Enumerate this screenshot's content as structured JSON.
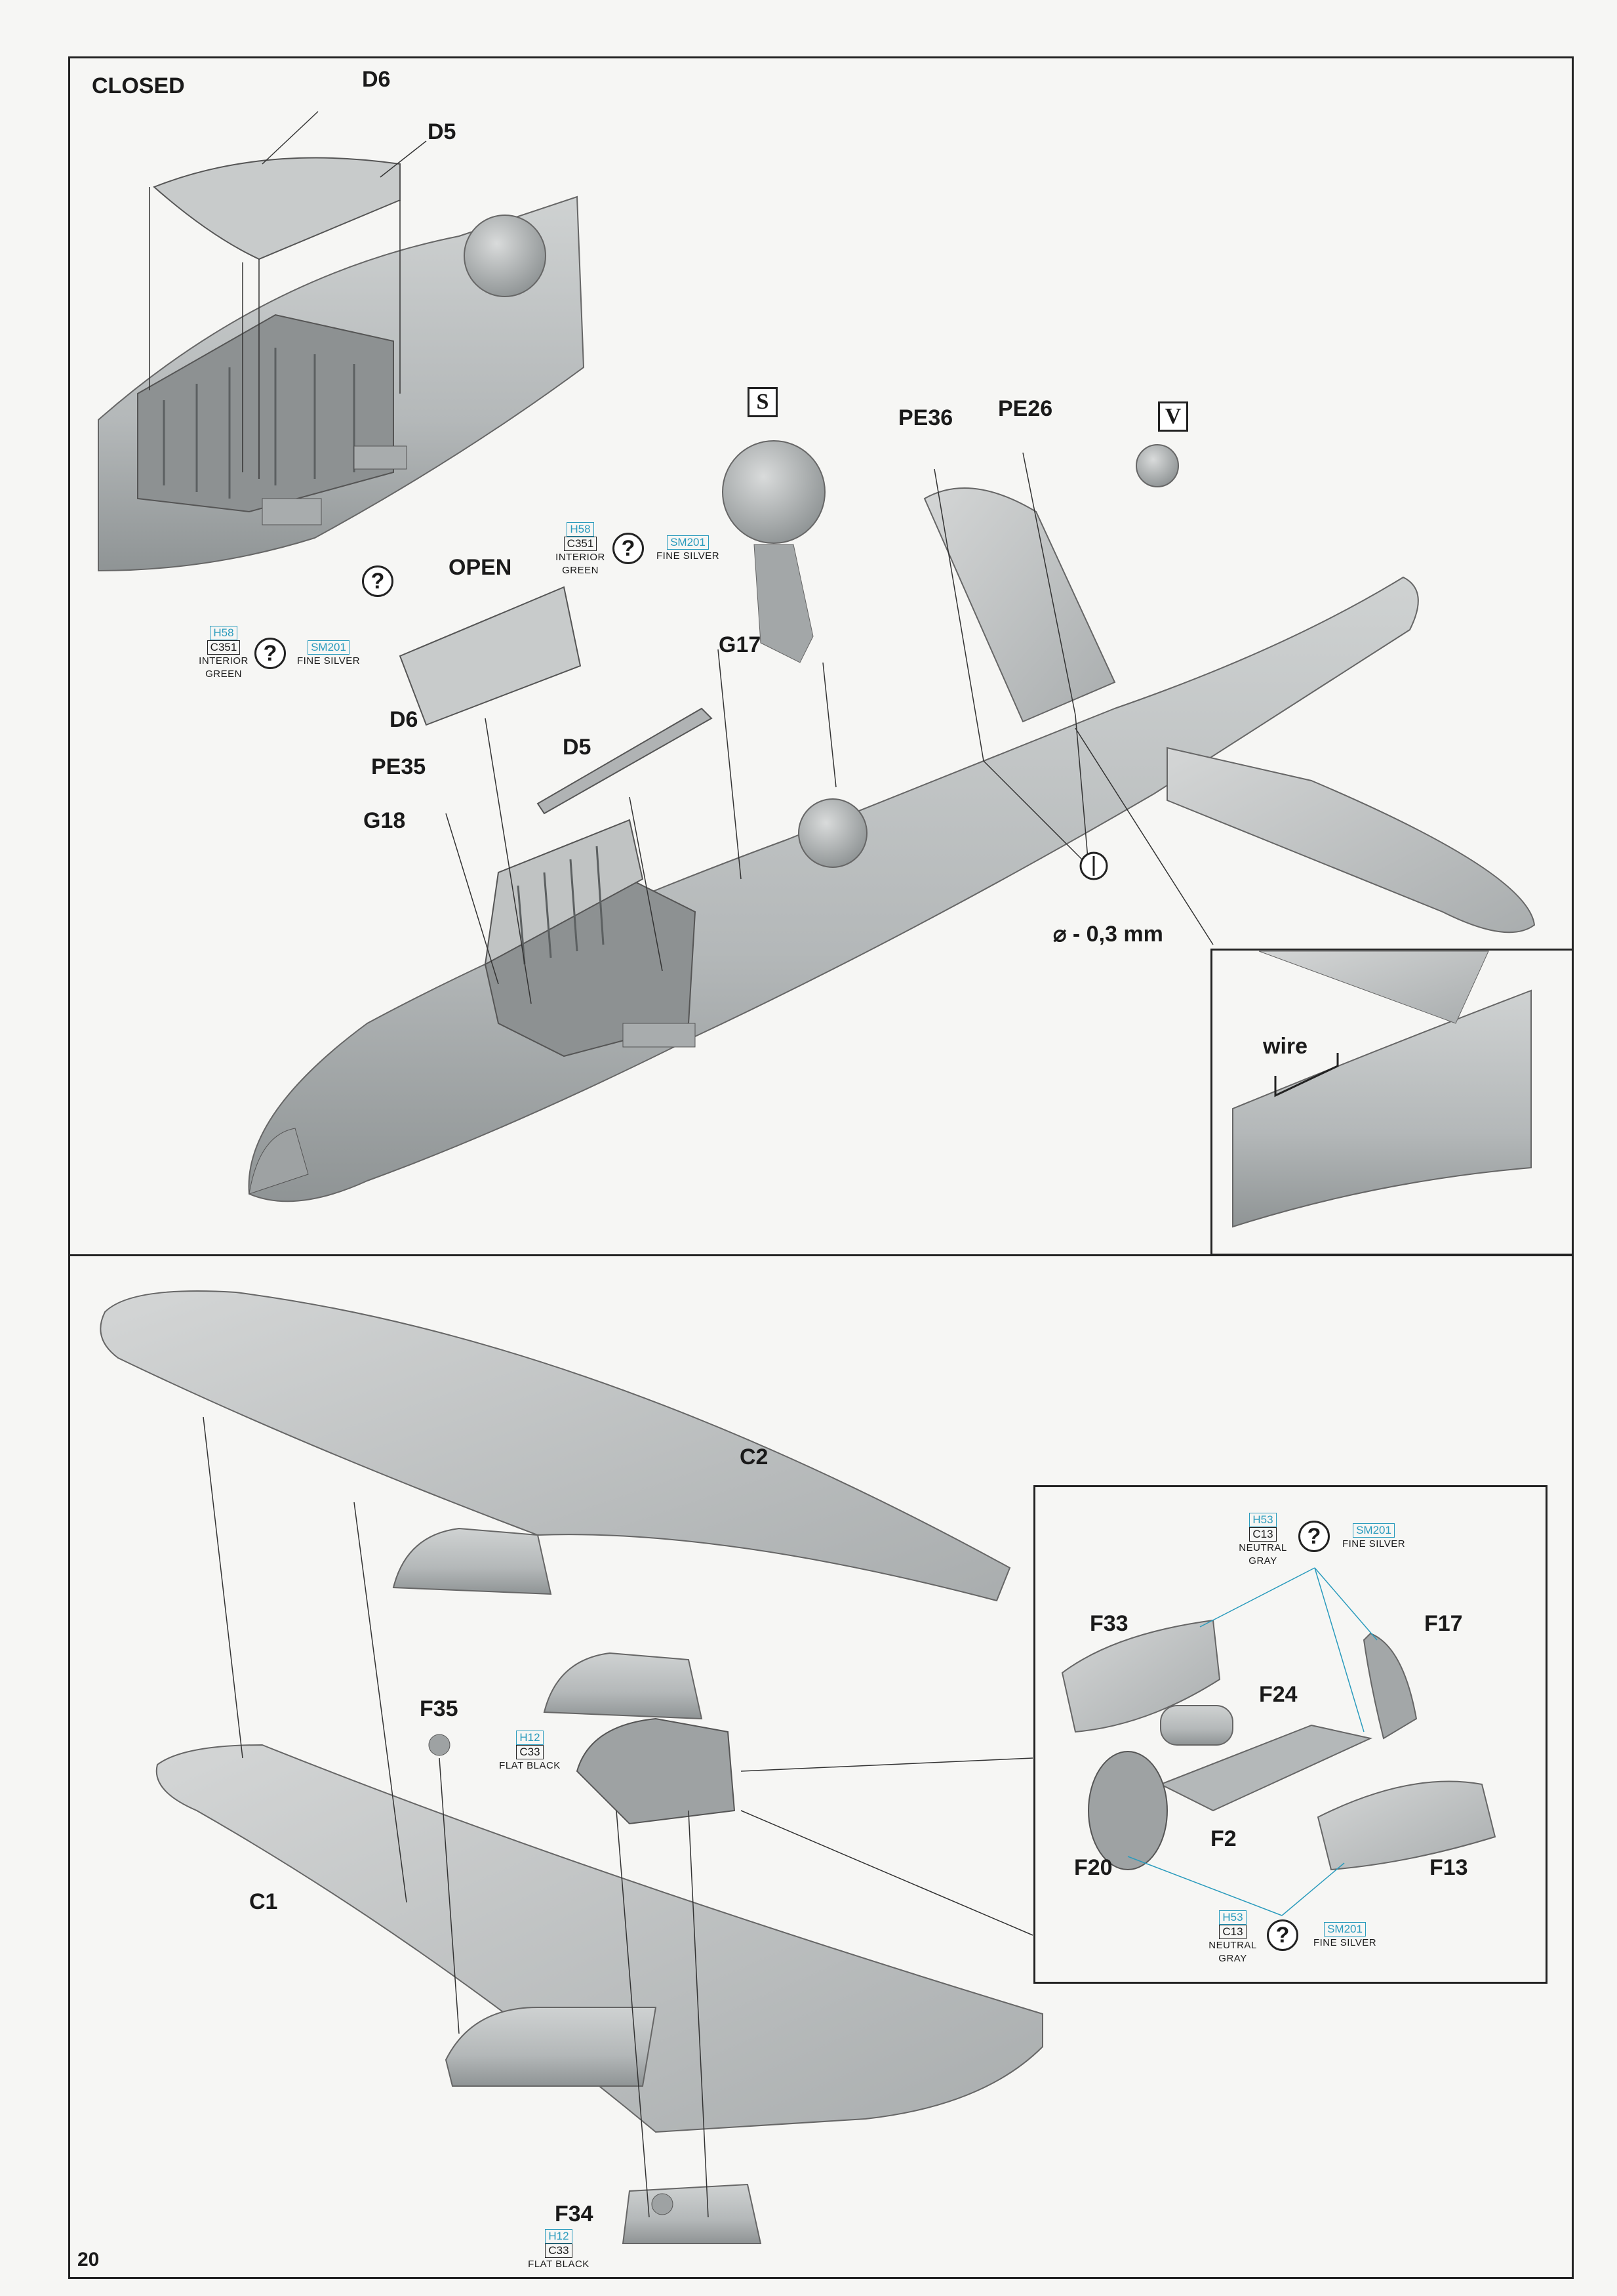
{
  "page_number": "20",
  "top": {
    "closed_label": "CLOSED",
    "open_label": "OPEN",
    "parts": {
      "d6_top": "D6",
      "d5_top": "D5",
      "d6": "D6",
      "d5": "D5",
      "pe35": "PE35",
      "g18": "G18",
      "g17": "G17",
      "pe36": "PE36",
      "pe26": "PE26"
    },
    "ref_boxes": {
      "s": "S",
      "v": "V"
    },
    "drill_note": "⌀ - 0,3 mm",
    "wire_label": "wire",
    "paint_left": {
      "h": "H58",
      "c": "C351",
      "name": "INTERIOR GREEN",
      "sm": "SM201",
      "sm_name": "FINE SILVER"
    },
    "paint_center": {
      "h": "H58",
      "c": "C351",
      "name": "INTERIOR GREEN",
      "sm": "SM201",
      "sm_name": "FINE SILVER"
    },
    "optional_icon": "?"
  },
  "bottom": {
    "parts": {
      "c2": "C2",
      "c1": "C1",
      "f35": "F35",
      "f34": "F34"
    },
    "paint_f35": {
      "h": "H12",
      "c": "C33",
      "name": "FLAT BLACK"
    },
    "paint_f34": {
      "h": "H12",
      "c": "C33",
      "name": "FLAT BLACK"
    },
    "inset": {
      "parts": {
        "f33": "F33",
        "f17": "F17",
        "f24": "F24",
        "f2": "F2",
        "f20": "F20",
        "f13": "F13"
      },
      "paint_top": {
        "h": "H53",
        "c": "C13",
        "name": "NEUTRAL GRAY",
        "sm": "SM201",
        "sm_name": "FINE SILVER"
      },
      "paint_bottom": {
        "h": "H53",
        "c": "C13",
        "name": "NEUTRAL GRAY",
        "sm": "SM201",
        "sm_name": "FINE SILVER"
      }
    }
  },
  "colors": {
    "accent": "#2a9bbd",
    "model_gray": "#b9bcbd",
    "line": "#222222"
  }
}
